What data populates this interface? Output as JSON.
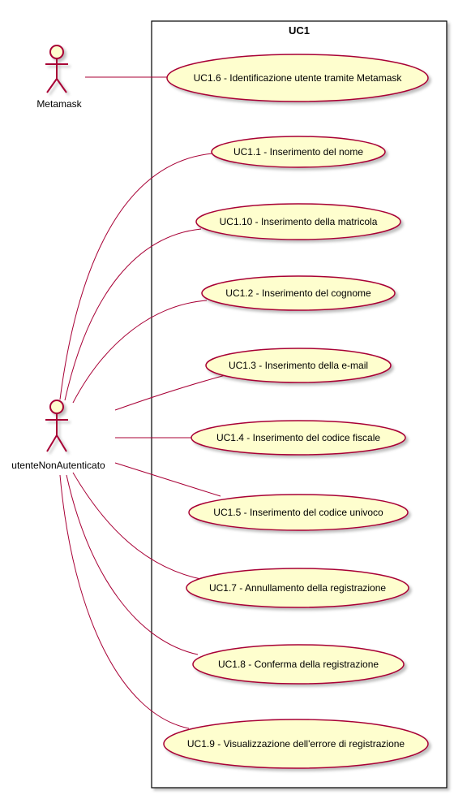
{
  "system": {
    "title": "UC1"
  },
  "actors": [
    {
      "id": "metamask",
      "label": "Metamask"
    },
    {
      "id": "utente",
      "label": "utenteNonAutenticato"
    }
  ],
  "use_cases": [
    {
      "id": "uc1_6",
      "label": "UC1.6 - Identificazione utente tramite Metamask"
    },
    {
      "id": "uc1_1",
      "label": "UC1.1 - Inserimento del nome"
    },
    {
      "id": "uc1_10",
      "label": "UC1.10 - Inserimento della matricola"
    },
    {
      "id": "uc1_2",
      "label": "UC1.2 - Inserimento del cognome"
    },
    {
      "id": "uc1_3",
      "label": "UC1.3 - Inserimento della e-mail"
    },
    {
      "id": "uc1_4",
      "label": "UC1.4 - Inserimento del codice fiscale"
    },
    {
      "id": "uc1_5",
      "label": "UC1.5 - Inserimento del codice univoco"
    },
    {
      "id": "uc1_7",
      "label": "UC1.7 - Annullamento della registrazione"
    },
    {
      "id": "uc1_8",
      "label": "UC1.8 - Conferma della registrazione"
    },
    {
      "id": "uc1_9",
      "label": "UC1.9 - Visualizzazione dell'errore di registrazione"
    }
  ],
  "colors": {
    "actor_fill": "#FEFECE",
    "actor_stroke": "#A80036",
    "usecase_fill": "#FEFECE",
    "usecase_stroke": "#A80036",
    "line": "#A80036",
    "boundary": "#000000",
    "text": "#000000"
  }
}
